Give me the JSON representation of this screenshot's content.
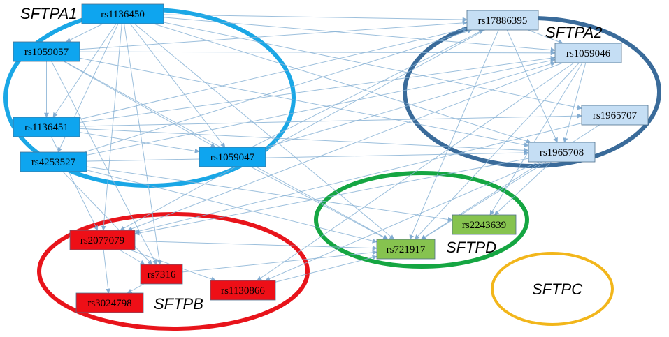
{
  "groups": [
    {
      "id": "SFTPA1",
      "label": "SFTPA1",
      "color": "#1aa7e6"
    },
    {
      "id": "SFTPA2",
      "label": "SFTPA2",
      "color": "#3a6b9a"
    },
    {
      "id": "SFTPD",
      "label": "SFTPD",
      "color": "#15a642"
    },
    {
      "id": "SFTPB",
      "label": "SFTPB",
      "color": "#e8141b"
    },
    {
      "id": "SFTPC",
      "label": "SFTPC",
      "color": "#f2b61b"
    }
  ],
  "nodes": [
    {
      "id": "rs1136450",
      "label": "rs1136450",
      "group": "SFTPA1",
      "fill": "#0ea5ef"
    },
    {
      "id": "rs1059057",
      "label": "rs1059057",
      "group": "SFTPA1",
      "fill": "#0ea5ef"
    },
    {
      "id": "rs1136451",
      "label": "rs1136451",
      "group": "SFTPA1",
      "fill": "#0ea5ef"
    },
    {
      "id": "rs4253527",
      "label": "rs4253527",
      "group": "SFTPA1",
      "fill": "#0ea5ef"
    },
    {
      "id": "rs1059047",
      "label": "rs1059047",
      "group": "SFTPA1",
      "fill": "#0ea5ef"
    },
    {
      "id": "rs17886395",
      "label": "rs17886395",
      "group": "SFTPA2",
      "fill": "#c5def4"
    },
    {
      "id": "rs1059046",
      "label": "rs1059046",
      "group": "SFTPA2",
      "fill": "#c5def4"
    },
    {
      "id": "rs1965707",
      "label": "rs1965707",
      "group": "SFTPA2",
      "fill": "#c5def4"
    },
    {
      "id": "rs1965708",
      "label": "rs1965708",
      "group": "SFTPA2",
      "fill": "#c5def4"
    },
    {
      "id": "rs2243639",
      "label": "rs2243639",
      "group": "SFTPD",
      "fill": "#86c34f"
    },
    {
      "id": "rs721917",
      "label": "rs721917",
      "group": "SFTPD",
      "fill": "#86c34f"
    },
    {
      "id": "rs2077079",
      "label": "rs2077079",
      "group": "SFTPB",
      "fill": "#ee0f17"
    },
    {
      "id": "rs7316",
      "label": "rs7316",
      "group": "SFTPB",
      "fill": "#ee0f17"
    },
    {
      "id": "rs3024798",
      "label": "rs3024798",
      "group": "SFTPB",
      "fill": "#ee0f17"
    },
    {
      "id": "rs1130866",
      "label": "rs1130866",
      "group": "SFTPB",
      "fill": "#ee0f17"
    }
  ],
  "edges": [
    [
      "rs1136450",
      "rs1059057"
    ],
    [
      "rs1136450",
      "rs1136451"
    ],
    [
      "rs1136450",
      "rs4253527"
    ],
    [
      "rs1136450",
      "rs1059047"
    ],
    [
      "rs1136450",
      "rs17886395"
    ],
    [
      "rs1136450",
      "rs1059046"
    ],
    [
      "rs1136450",
      "rs1965707"
    ],
    [
      "rs1136450",
      "rs1965708"
    ],
    [
      "rs1136450",
      "rs721917"
    ],
    [
      "rs1136450",
      "rs2077079"
    ],
    [
      "rs1136450",
      "rs7316"
    ],
    [
      "rs1059057",
      "rs1136451"
    ],
    [
      "rs1059057",
      "rs1059047"
    ],
    [
      "rs1059057",
      "rs17886395"
    ],
    [
      "rs1059057",
      "rs1059046"
    ],
    [
      "rs1059057",
      "rs1965708"
    ],
    [
      "rs1059057",
      "rs7316"
    ],
    [
      "rs1059057",
      "rs721917"
    ],
    [
      "rs1136451",
      "rs1059047"
    ],
    [
      "rs1136451",
      "rs17886395"
    ],
    [
      "rs1136451",
      "rs1059046"
    ],
    [
      "rs1136451",
      "rs1965707"
    ],
    [
      "rs1136451",
      "rs1965708"
    ],
    [
      "rs1136451",
      "rs2077079"
    ],
    [
      "rs4253527",
      "rs17886395"
    ],
    [
      "rs4253527",
      "rs1059046"
    ],
    [
      "rs4253527",
      "rs1965708"
    ],
    [
      "rs4253527",
      "rs721917"
    ],
    [
      "rs4253527",
      "rs7316"
    ],
    [
      "rs4253527",
      "rs2243639"
    ],
    [
      "rs1059047",
      "rs17886395"
    ],
    [
      "rs1059047",
      "rs1059046"
    ],
    [
      "rs1059047",
      "rs721917"
    ],
    [
      "rs17886395",
      "rs1059046"
    ],
    [
      "rs17886395",
      "rs1965708"
    ],
    [
      "rs17886395",
      "rs2077079"
    ],
    [
      "rs17886395",
      "rs721917"
    ],
    [
      "rs1059046",
      "rs1965708"
    ],
    [
      "rs1059046",
      "rs2077079"
    ],
    [
      "rs1059046",
      "rs721917"
    ],
    [
      "rs1059046",
      "rs2243639"
    ],
    [
      "rs1059046",
      "rs1130866"
    ],
    [
      "rs1965707",
      "rs2077079"
    ],
    [
      "rs1965707",
      "rs721917"
    ],
    [
      "rs1965708",
      "rs721917"
    ],
    [
      "rs1965708",
      "rs2243639"
    ],
    [
      "rs1965708",
      "rs2077079"
    ],
    [
      "rs1965708",
      "rs1130866"
    ],
    [
      "rs2077079",
      "rs7316"
    ],
    [
      "rs2077079",
      "rs3024798"
    ],
    [
      "rs2077079",
      "rs721917"
    ],
    [
      "rs2077079",
      "rs1130866"
    ],
    [
      "rs7316",
      "rs3024798"
    ],
    [
      "rs7316",
      "rs721917"
    ],
    [
      "rs1130866",
      "rs721917"
    ]
  ],
  "edge_color": "#8bb4d6"
}
